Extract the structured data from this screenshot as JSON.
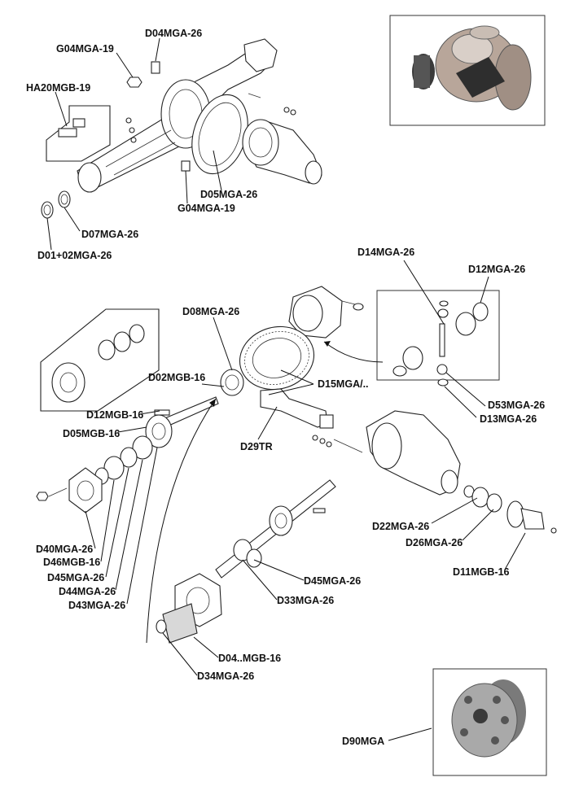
{
  "labels": {
    "d04mga26_top": "D04MGA-26",
    "g04mga19_top": "G04MGA-19",
    "ha20mgb19": "HA20MGB-19",
    "d05mga26_top": "D05MGA-26",
    "g04mga19_mid": "G04MGA-19",
    "d07mga26": "D07MGA-26",
    "d01_02mga26": "D01+02MGA-26",
    "d14mga26": "D14MGA-26",
    "d12mga26": "D12MGA-26",
    "d08mga26": "D08MGA-26",
    "d02mgb16": "D02MGB-16",
    "d15mga": "D15MGA/..",
    "d53mga26": "D53MGA-26",
    "d13mga26": "D13MGA-26",
    "d12mgb16": "D12MGB-16",
    "d05mgb16": "D05MGB-16",
    "d29tr": "D29TR",
    "d22mga26": "D22MGA-26",
    "d26mga26": "D26MGA-26",
    "d11mgb16": "D11MGB-16",
    "d40mga26": "D40MGA-26",
    "d46mgb16": "D46MGB-16",
    "d45mga26_left": "D45MGA-26",
    "d44mga26": "D44MGA-26",
    "d43mga26": "D43MGA-26",
    "d45mga26_right": "D45MGA-26",
    "d33mga26": "D33MGA-26",
    "d04mgb16": "D04..MGB-16",
    "d34mga26": "D34MGA-26",
    "d90mga": "D90MGA"
  }
}
